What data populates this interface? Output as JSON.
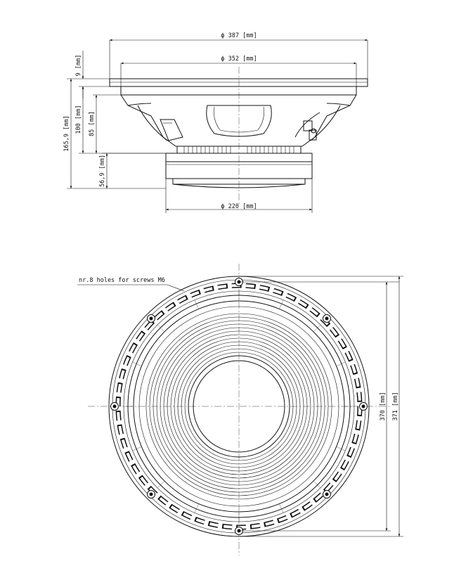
{
  "drawing": {
    "side_view": {
      "dim_outer_diameter": "ϕ 387  [mm]",
      "dim_inner_diameter": "ϕ 352  [mm]",
      "dim_magnet_diameter": "ϕ 220  [mm]",
      "dim_flange": "9  [mm]",
      "dim_total_depth": "165,9  [mm]",
      "dim_depth_100": "100  [mm]",
      "dim_depth_85": "85  [mm]",
      "dim_magnet_height": "56,9  [mm]"
    },
    "front_view": {
      "holes_note": "nr.8  holes  for  screws  M6",
      "dim_370": "370  [mm]",
      "dim_371": "371  [mm]"
    }
  }
}
